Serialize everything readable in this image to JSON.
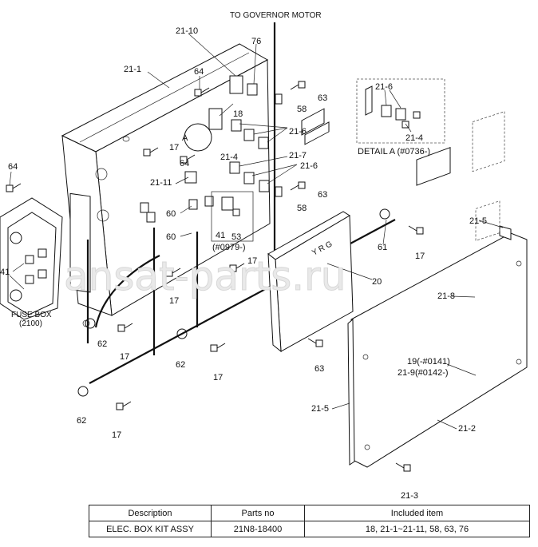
{
  "labels": {
    "governor": "TO GOVERNOR MOTOR",
    "l21_10": "21-10",
    "l76": "76",
    "l21_1": "21-1",
    "l64a": "64",
    "l64b": "64",
    "l64c": "64",
    "l18": "18",
    "l58a": "58",
    "l58b": "58",
    "l63a": "63",
    "l63b": "63",
    "l63c": "63",
    "l21_6a": "21-6",
    "l21_6b": "21-6",
    "l21_6c": "21-6",
    "lA": "A",
    "l17a": "17",
    "l17b": "17",
    "l17c": "17",
    "l17d": "17",
    "l17e": "17",
    "l17f": "17",
    "l17g": "17",
    "l21_4a": "21-4",
    "l21_4b": "21-4",
    "l21_7": "21-7",
    "l21_11": "21-11",
    "l60a": "60",
    "l60b": "60",
    "l41a": "41",
    "l41b": "41",
    "l53": "53",
    "l0979": "(#0979-)",
    "l61": "61",
    "l20": "20",
    "l62a": "62",
    "l62b": "62",
    "l62c": "62",
    "l21_5a": "21-5",
    "l21_5b": "21-5",
    "l21_8": "21-8",
    "l19": "19(-#0141)",
    "l21_9": "21-9(#0142-)",
    "l21_2": "21-2",
    "l21_3": "21-3",
    "fusebox": "FUSE BOX",
    "fusebox_no": "(2100)",
    "detail": "DETAIL  A (#0736-)",
    "ecu_text": "Y R G",
    "watermark": "ansat-parts.ru"
  },
  "table": {
    "headers": [
      "Description",
      "Parts no",
      "Included item"
    ],
    "rows": [
      [
        "ELEC. BOX KIT ASSY",
        "21N8-18400",
        "18, 21-1~21-11, 58, 63, 76"
      ]
    ]
  }
}
